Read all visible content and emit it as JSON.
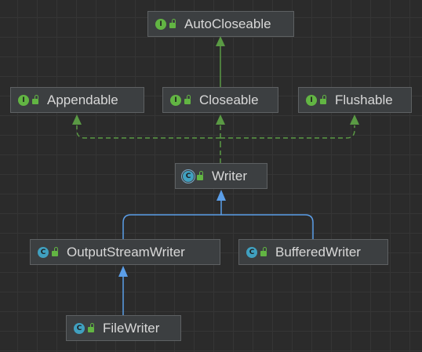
{
  "diagram": {
    "nodes": {
      "autocloseable": {
        "label": "AutoCloseable",
        "kind": "interface",
        "kind_glyph": "I",
        "visibility_icon": "unlocked-icon"
      },
      "appendable": {
        "label": "Appendable",
        "kind": "interface",
        "kind_glyph": "I",
        "visibility_icon": "unlocked-icon"
      },
      "closeable": {
        "label": "Closeable",
        "kind": "interface",
        "kind_glyph": "I",
        "visibility_icon": "unlocked-icon"
      },
      "flushable": {
        "label": "Flushable",
        "kind": "interface",
        "kind_glyph": "I",
        "visibility_icon": "unlocked-icon"
      },
      "writer": {
        "label": "Writer",
        "kind": "abstract-class",
        "kind_glyph": "C",
        "visibility_icon": "unlocked-icon"
      },
      "outputstreamwriter": {
        "label": "OutputStreamWriter",
        "kind": "class",
        "kind_glyph": "C",
        "visibility_icon": "unlocked-icon"
      },
      "bufferedwriter": {
        "label": "BufferedWriter",
        "kind": "class",
        "kind_glyph": "C",
        "visibility_icon": "unlocked-icon"
      },
      "filewriter": {
        "label": "FileWriter",
        "kind": "class",
        "kind_glyph": "C",
        "visibility_icon": "unlocked-icon"
      }
    },
    "edges": [
      {
        "from": "Closeable",
        "to": "AutoCloseable",
        "type": "extends"
      },
      {
        "from": "Writer",
        "to": "Appendable",
        "type": "implements"
      },
      {
        "from": "Writer",
        "to": "Closeable",
        "type": "implements"
      },
      {
        "from": "Writer",
        "to": "Flushable",
        "type": "implements"
      },
      {
        "from": "OutputStreamWriter",
        "to": "Writer",
        "type": "extends"
      },
      {
        "from": "BufferedWriter",
        "to": "Writer",
        "type": "extends"
      },
      {
        "from": "FileWriter",
        "to": "OutputStreamWriter",
        "type": "extends"
      }
    ],
    "colors": {
      "background": "#2b2b2b",
      "node_fill": "#3c3f41",
      "node_border": "#5e6163",
      "interface_icon": "#62b543",
      "class_icon": "#40a0c0",
      "implements_edge": "#5a9a44",
      "interface_extends_edge": "#5a9a44",
      "class_extends_edge": "#5b9ee8"
    }
  }
}
